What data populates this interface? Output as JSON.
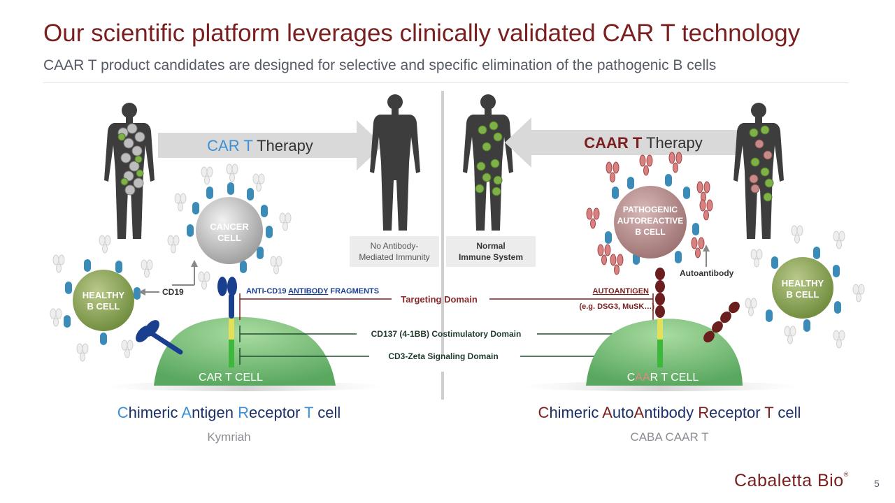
{
  "title": "Our scientific platform leverages clinically validated CAR T technology",
  "subtitle": "CAAR T product candidates are designed for selective and specific elimination of the pathogenic B cells",
  "left": {
    "arrow_first": "CAR T",
    "arrow_rest": " Therapy",
    "outcome_line1": "No Antibody-",
    "outcome_line2": "Mediated Immunity",
    "cancer_line1": "CANCER",
    "cancer_line2": "CELL",
    "healthy_line1": "HEALTHY",
    "healthy_line2": "B CELL",
    "cd19": "CD19",
    "fragments_prefix": "ANTI-CD19 ",
    "fragments_mid": "ANTIBODY",
    "fragments_suffix": " FRAGMENTS",
    "tcell": "CAR T CELL",
    "caption": {
      "p1": "C",
      "p2": "himeric ",
      "p3": "A",
      "p4": "ntigen ",
      "p5": "R",
      "p6": "eceptor ",
      "p7": "T",
      "p8": " cell"
    },
    "product": "Kymriah"
  },
  "right": {
    "arrow_first": "CAAR T",
    "arrow_rest": " Therapy",
    "outcome_line1": "Normal",
    "outcome_line2": "Immune System",
    "pathogenic_line1": "PATHOGENIC",
    "pathogenic_line2": "AUTOREACTIVE",
    "pathogenic_line3": "B CELL",
    "autoantibody": "Autoantibody",
    "autoantigen": "AUTOANTIGEN",
    "autoantigen_eg": "(e.g. DSG3, MuSK…)",
    "healthy_line1": "HEALTHY",
    "healthy_line2": "B CELL",
    "tcell_c": "C",
    "tcell_aa": "AA",
    "tcell_rest": "R T CELL",
    "caption": {
      "p1": "C",
      "p2": "himeric ",
      "p3": "A",
      "p4": "uto",
      "p5": "A",
      "p6": "ntibody ",
      "p7": "R",
      "p8": "eceptor ",
      "p9": "T",
      "p10": " cell"
    },
    "product": "CABA CAAR T"
  },
  "domains": {
    "targeting": "Targeting Domain",
    "costim": "CD137 (4-1BB) Costimulatory Domain",
    "signaling": "CD3-Zeta Signaling Domain"
  },
  "logo": {
    "text": "Cabaletta Bio",
    "mark": "®"
  },
  "page_number": "5",
  "colors": {
    "title_red": "#7a1f1f",
    "car_blue": "#3d8fd6",
    "receptor_navy": "#1a3f8f",
    "tcell_green": "#7ec47e",
    "body_gray": "#3d3d3d"
  }
}
